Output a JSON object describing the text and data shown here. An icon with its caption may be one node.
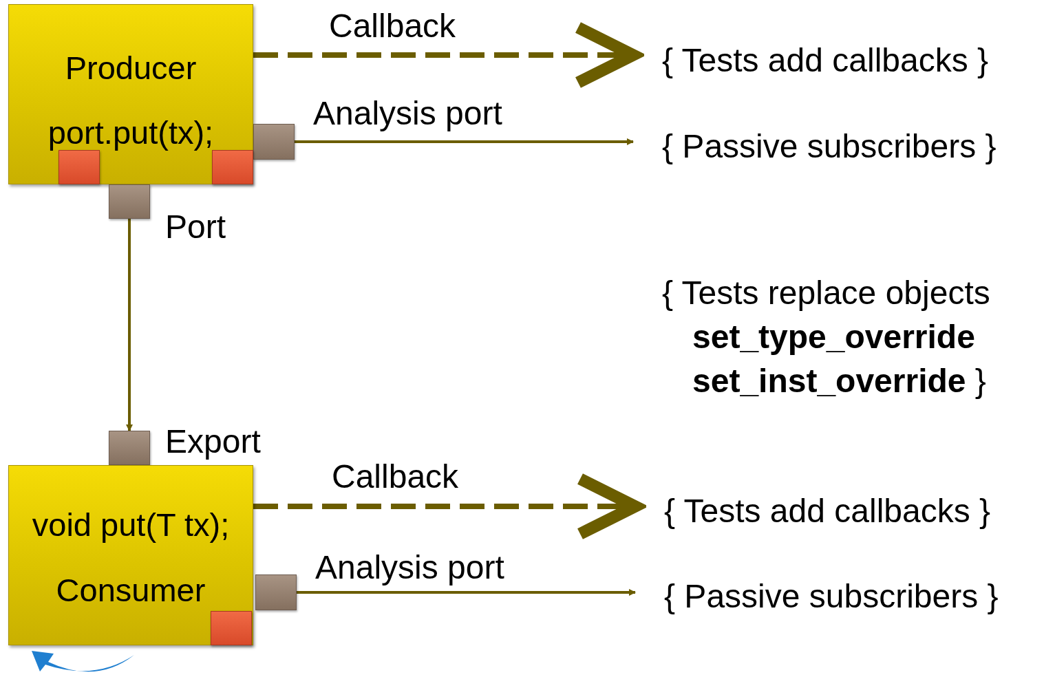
{
  "diagram": {
    "nodes": [
      {
        "text": [
          "Producer",
          "port.put(tx);"
        ]
      },
      {
        "text": [],
        "shape": "box",
        "beside": [
          "Port"
        ]
      },
      {
        "text": [],
        "shape": "box"
      },
      {
        "text": [
          "{ Tests add callbacks }"
        ]
      },
      {
        "text": [
          "{ Passive subscribers }"
        ]
      },
      {
        "text": [],
        "shape": "box",
        "beside": [
          "Export"
        ]
      },
      {
        "text": [
          "void put(T tx);",
          "Consumer"
        ]
      },
      {
        "text": [],
        "shape": "box"
      },
      {
        "text": [
          "{ Tests add callbacks }"
        ]
      },
      {
        "text": [
          "{ Passive subscribers }"
        ]
      }
    ],
    "edges": [
      {
        "from": 0,
        "to": 3,
        "arrow": "to",
        "label": "Callback",
        "style": "dashed"
      },
      {
        "from": 2,
        "to": 4,
        "arrow": "to",
        "label": "Analysis port"
      },
      {
        "from": 1,
        "to": 5,
        "arrow": "to"
      },
      {
        "from": 6,
        "to": 8,
        "arrow": "to",
        "label": "Callback",
        "style": "dashed"
      },
      {
        "from": 7,
        "to": 9,
        "arrow": "to",
        "label": "Analysis port"
      }
    ],
    "labels": [
      "{ Tests replace objects **set_type_override** **set_inst_override** }"
    ]
  }
}
